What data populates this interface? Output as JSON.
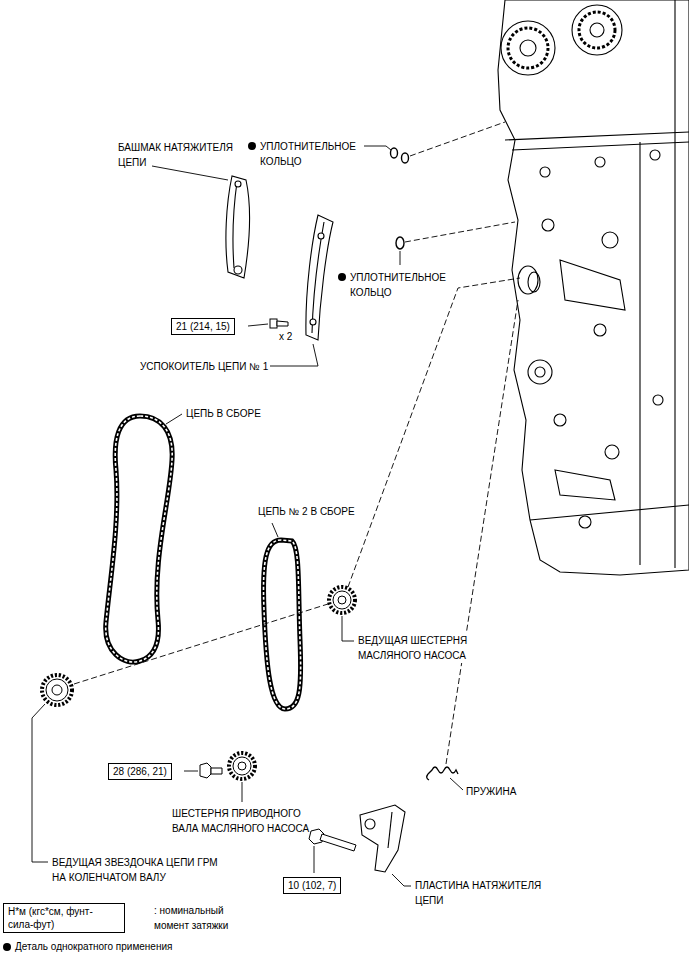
{
  "diagram": {
    "nodes": [
      {
        "text": [
          "21 (214, 15)"
        ]
      },
      {
        "text": [
          "28 (286, 21)"
        ]
      },
      {
        "text": [
          "10 (102, 7)"
        ]
      },
      {
        "text": [
          "Н*м (кгс*см, фунт- сила-фут)"
        ]
      }
    ],
    "edges": [],
    "labels": [
      "БАШМАК НАТЯЖИТЕЛЯ ЦЕПИ",
      "УПЛОТНИТЕЛЬНОЕ КОЛЬЦО",
      "УПЛОТНИТЕЛЬНОЕ КОЛЬЦО",
      "x 2",
      "УСПОКОИТЕЛЬ ЦЕПИ № 1",
      "ЦЕПЬ В СБОРЕ",
      "ЦЕПЬ № 2 В СБОРЕ",
      "ВЕДУЩАЯ ШЕСТЕРНЯ МАСЛЯНОГО НАСОСА",
      "ШЕСТЕРНЯ ПРИВОДНОГО ВАЛА МАСЛЯНОГО НАСОСА",
      "ВЕДУЩАЯ ЗВЕЗДОЧКА ЦЕПИ ГРМ НА КОЛЕНЧАТОМ ВАЛУ",
      "ПРУЖИНА",
      "ПЛАСТИНА НАТЯЖИТЕЛЯ ЦЕПИ",
      ": номинальный момент затяжки"
    ],
    "legend": [
      {
        "text": "Деталь однократного применения"
      }
    ]
  }
}
